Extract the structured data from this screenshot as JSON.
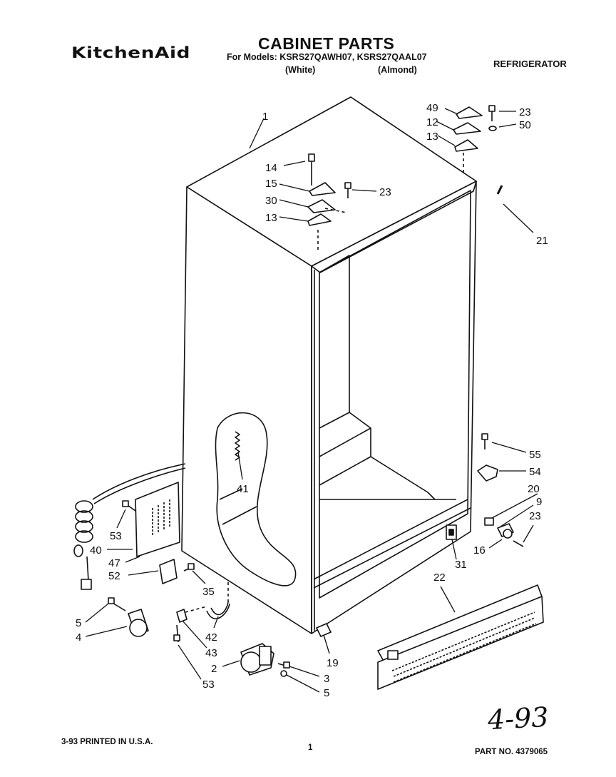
{
  "header": {
    "brand": "KitchenAid",
    "title": "CABINET PARTS",
    "models_line": "For Models: KSRS27QAWH07, KSRS27QAAL07",
    "variant_white": "(White)",
    "variant_almond": "(Almond)",
    "category": "REFRIGERATOR"
  },
  "diagram": {
    "callouts": [
      {
        "id": "c1",
        "label": "1"
      },
      {
        "id": "c49",
        "label": "49"
      },
      {
        "id": "c12",
        "label": "12"
      },
      {
        "id": "c13a",
        "label": "13"
      },
      {
        "id": "c23a",
        "label": "23"
      },
      {
        "id": "c50",
        "label": "50"
      },
      {
        "id": "c14",
        "label": "14"
      },
      {
        "id": "c15",
        "label": "15"
      },
      {
        "id": "c23b",
        "label": "23"
      },
      {
        "id": "c30",
        "label": "30"
      },
      {
        "id": "c13b",
        "label": "13"
      },
      {
        "id": "c21",
        "label": "21"
      },
      {
        "id": "c41",
        "label": "41"
      },
      {
        "id": "c55",
        "label": "55"
      },
      {
        "id": "c54",
        "label": "54"
      },
      {
        "id": "c20",
        "label": "20"
      },
      {
        "id": "c9",
        "label": "9"
      },
      {
        "id": "c23c",
        "label": "23"
      },
      {
        "id": "c16",
        "label": "16"
      },
      {
        "id": "c31",
        "label": "31"
      },
      {
        "id": "c22",
        "label": "22"
      },
      {
        "id": "c53a",
        "label": "53"
      },
      {
        "id": "c40",
        "label": "40"
      },
      {
        "id": "c47",
        "label": "47"
      },
      {
        "id": "c52",
        "label": "52"
      },
      {
        "id": "c35",
        "label": "35"
      },
      {
        "id": "c5a",
        "label": "5"
      },
      {
        "id": "c4",
        "label": "4"
      },
      {
        "id": "c42",
        "label": "42"
      },
      {
        "id": "c43",
        "label": "43"
      },
      {
        "id": "c2",
        "label": "2"
      },
      {
        "id": "c53b",
        "label": "53"
      },
      {
        "id": "c19",
        "label": "19"
      },
      {
        "id": "c3",
        "label": "3"
      },
      {
        "id": "c5b",
        "label": "5"
      }
    ]
  },
  "footer": {
    "printed": "3-93 PRINTED IN U.S.A.",
    "page_number": "1",
    "part_no": "PART NO. 4379065",
    "handwritten_note": "4-93"
  }
}
